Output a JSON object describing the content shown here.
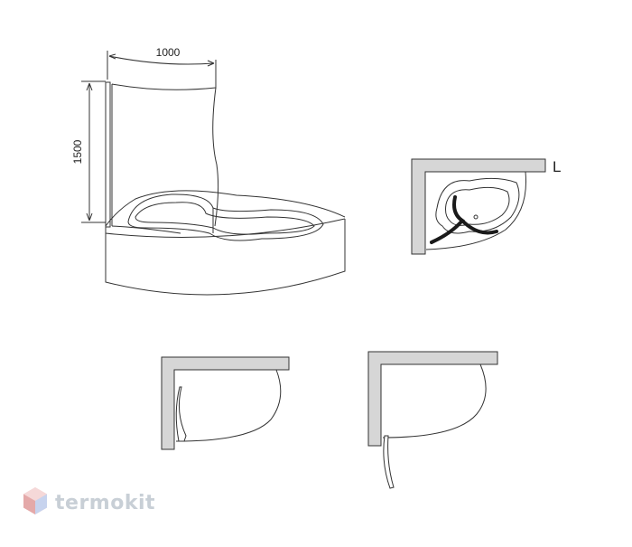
{
  "dimensions": {
    "width_label": "1000",
    "height_label": "1500"
  },
  "side_marker": "L",
  "brand": {
    "name": "termokit",
    "color": "#c8cfd6",
    "icon": "hexagon-logo-icon"
  },
  "colors": {
    "wall": "#d6d6d6",
    "line": "#333333",
    "seal": "#1a1a1a"
  }
}
